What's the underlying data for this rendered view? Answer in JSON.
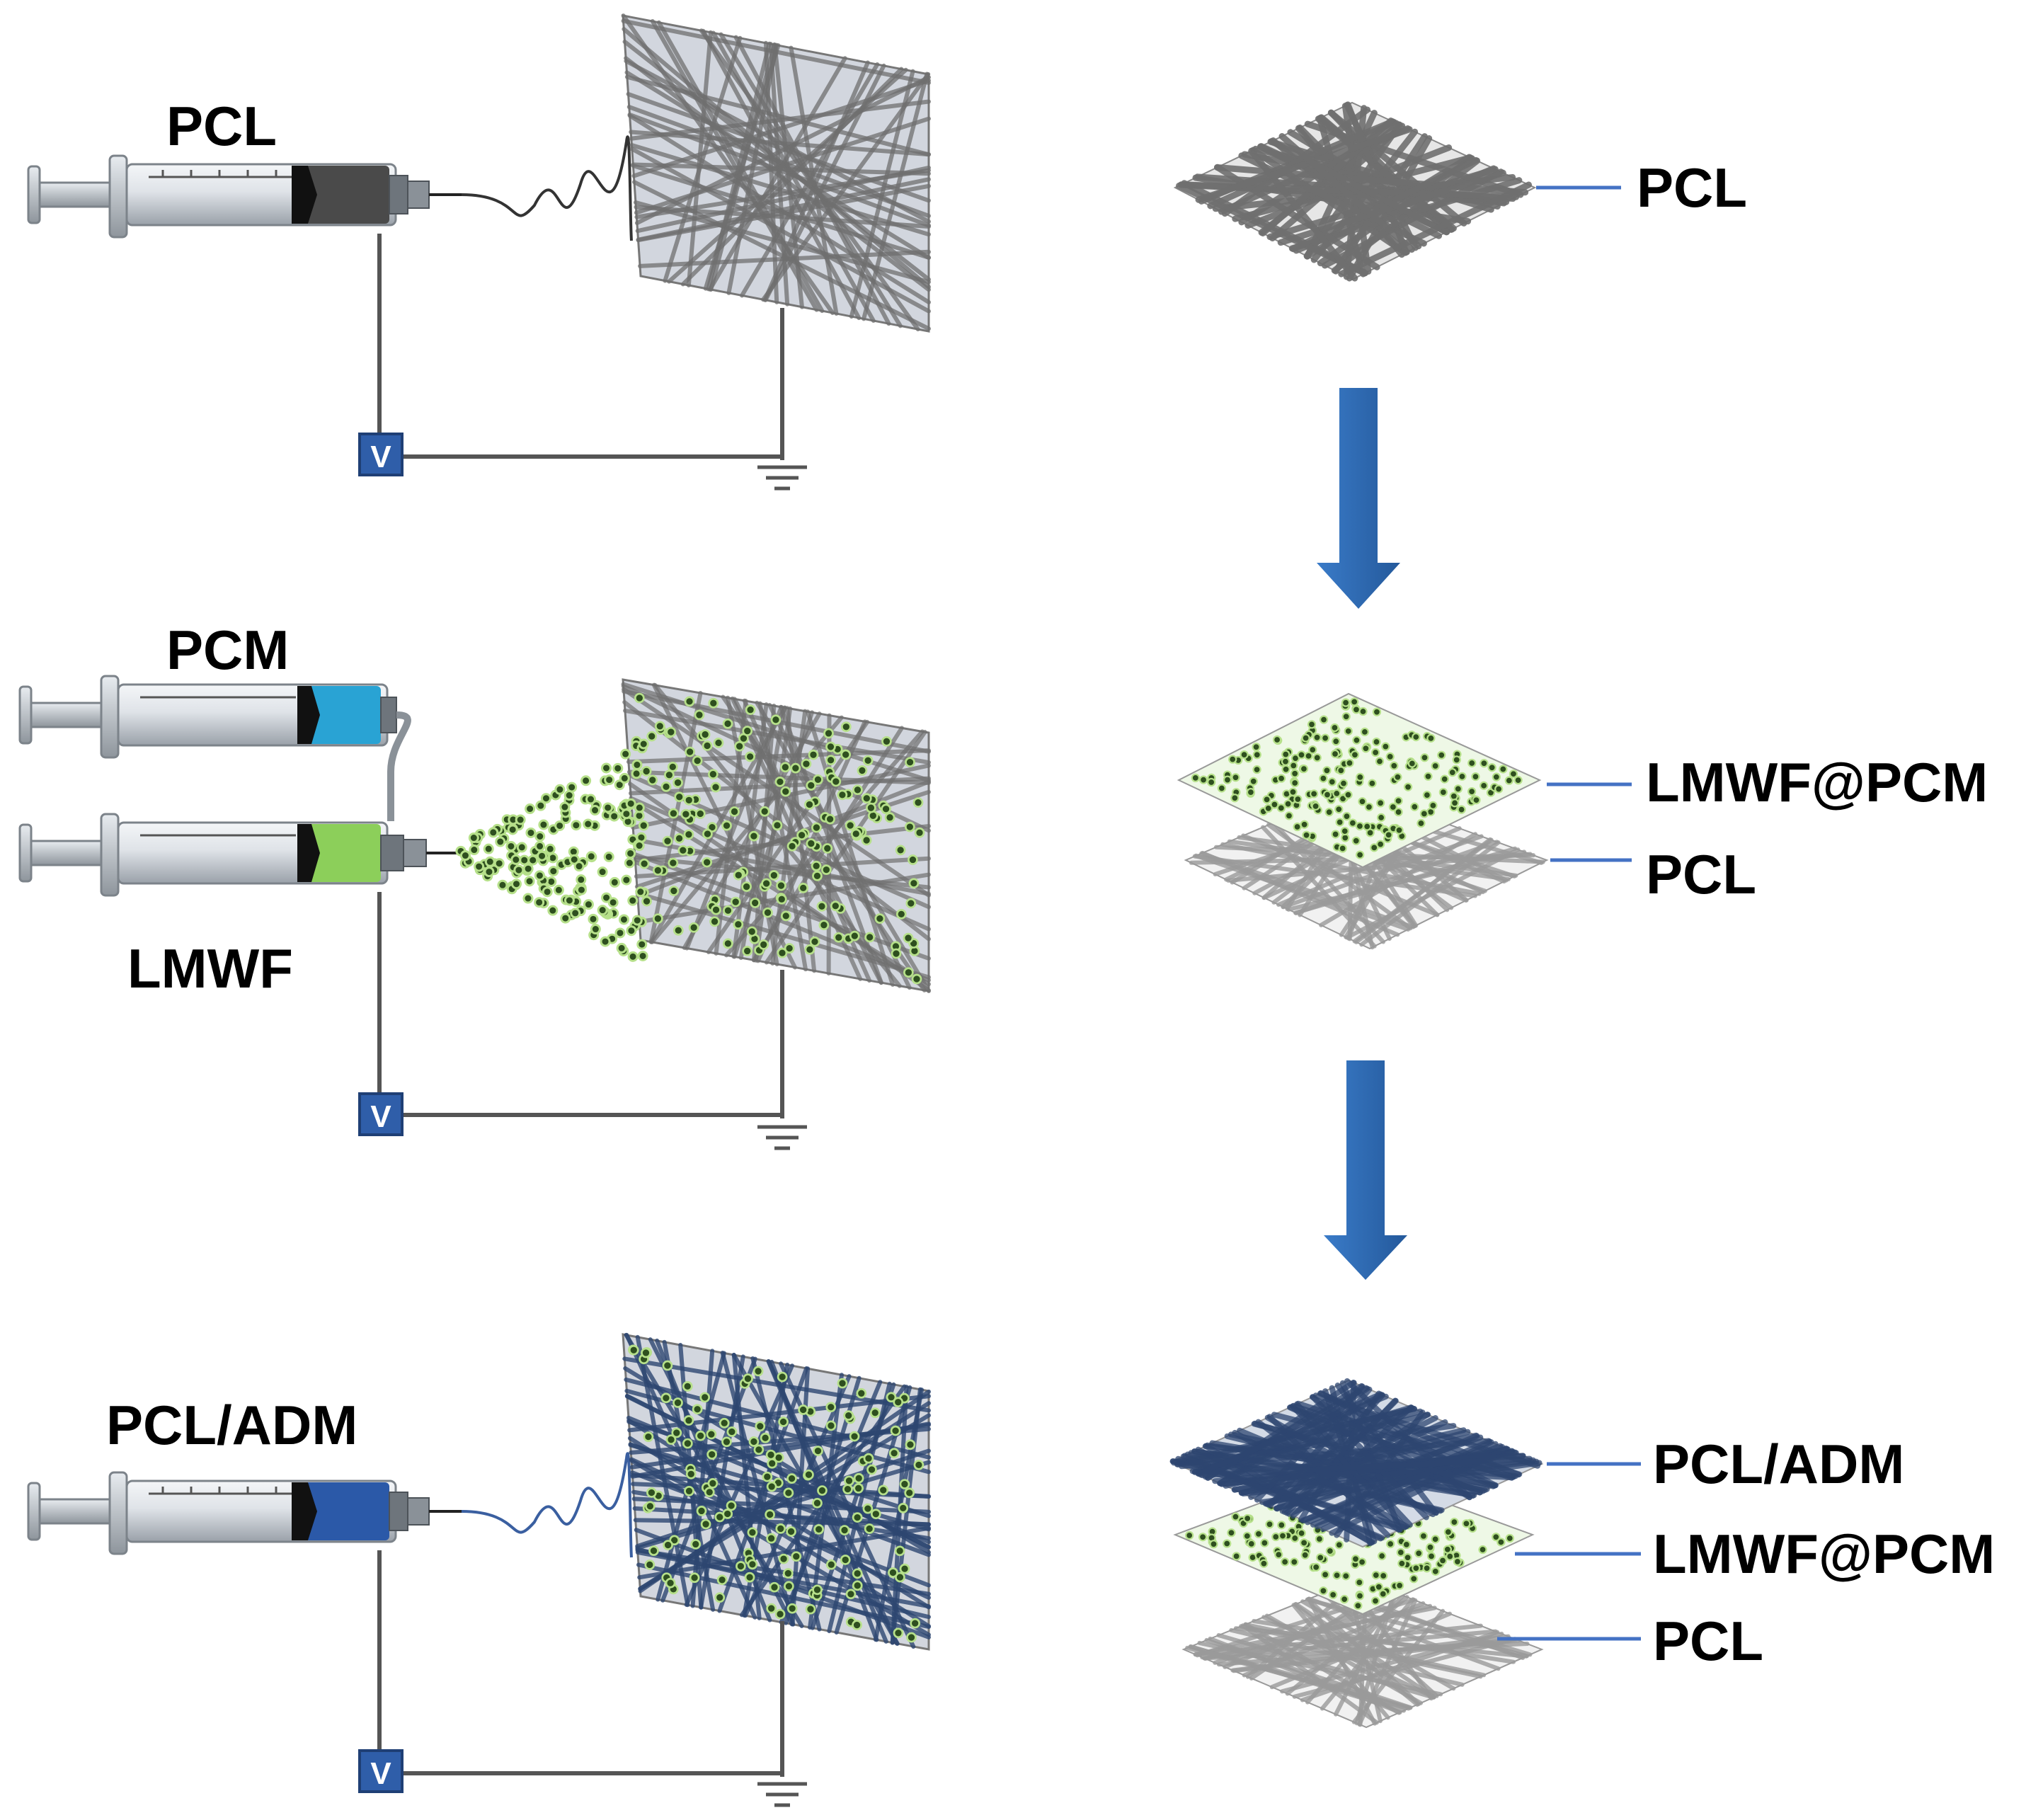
{
  "colors": {
    "pcl_fiber": "#6f6f6f",
    "pcl_adm_fiber": "#2d4670",
    "droplet": "#2e4f1f",
    "droplet_rim": "#b6e08a",
    "arrow": "#2f6db5",
    "leader": "#4472c4",
    "collector": "#d2d6de",
    "wire": "#555555",
    "voltage_box": "#2f5ea9",
    "liquid_pcl": "#4a4a4a",
    "liquid_pcm": "#29a3d4",
    "liquid_lmwf": "#8ccf5a",
    "liquid_pcl_adm": "#2b59a8"
  },
  "steps": [
    {
      "syringes": [
        "PCL"
      ],
      "spray": "fiber",
      "voltage_symbol": "V",
      "icons": [
        "syringe-icon",
        "voltage-source-icon",
        "ground-icon",
        "collector-plate-icon"
      ]
    },
    {
      "syringes": [
        "PCM",
        "LMWF"
      ],
      "spray": "droplets",
      "voltage_symbol": "V",
      "icons": [
        "syringe-icon",
        "voltage-source-icon",
        "ground-icon",
        "collector-plate-icon"
      ]
    },
    {
      "syringes": [
        "PCL/ADM"
      ],
      "spray": "fiber",
      "voltage_symbol": "V",
      "icons": [
        "syringe-icon",
        "voltage-source-icon",
        "ground-icon",
        "collector-plate-icon"
      ]
    }
  ],
  "stacks": [
    {
      "layers": [
        "PCL"
      ]
    },
    {
      "layers": [
        "LMWF@PCM",
        "PCL"
      ]
    },
    {
      "layers": [
        "PCL/ADM",
        "LMWF@PCM",
        "PCL"
      ]
    }
  ],
  "arrows": [
    "down-arrow-icon",
    "down-arrow-icon"
  ]
}
